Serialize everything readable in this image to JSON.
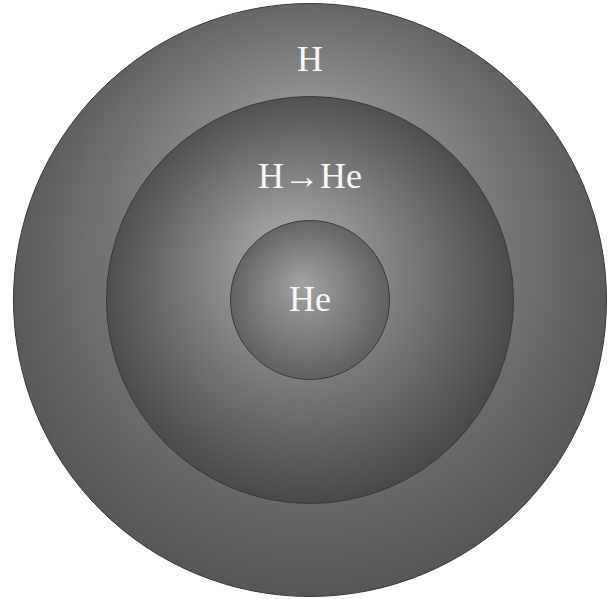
{
  "diagram": {
    "nodes": [
      {
        "text": [
          "H"
        ]
      },
      {
        "text": [
          "H→He"
        ],
        "in": 0
      },
      {
        "text": [
          "He"
        ],
        "in": 1
      }
    ]
  }
}
